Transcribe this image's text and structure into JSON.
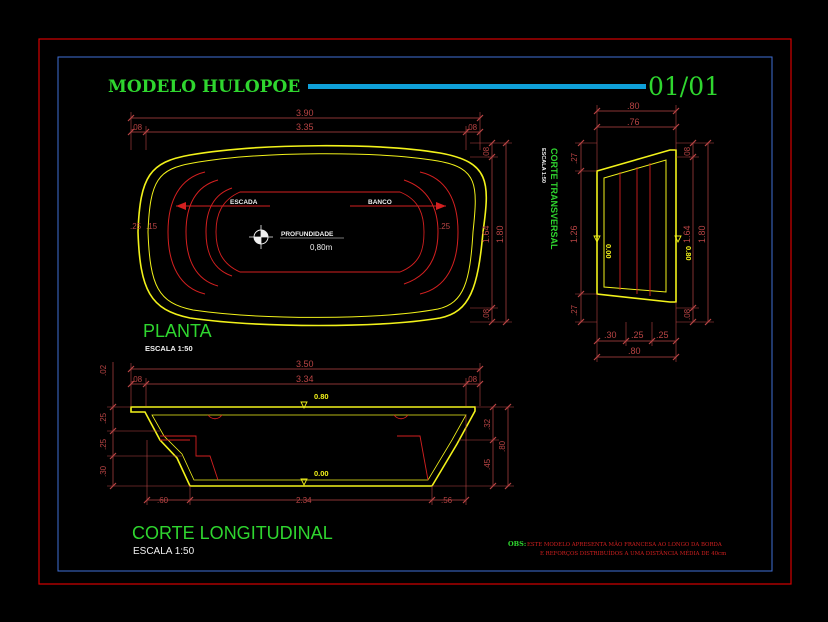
{
  "title": {
    "model": "MODELO HULOPOE",
    "sheet": "01/01"
  },
  "planta": {
    "label": "PLANTA",
    "scale": "ESCALA 1:50",
    "dim_total": "3.90",
    "dim_inner": "3.35",
    "dim_left_edge": ".08",
    "dim_right_edge": ".08",
    "dim_h_top": ".08",
    "dim_h_mid": "1.64",
    "dim_h_bot": ".08",
    "dim_h_total": "1.80",
    "dim_side_a": ".25",
    "dim_side_b": ".15",
    "dim_side_c": ".25",
    "escada": "ESCADA",
    "banco": "BANCO",
    "profundidade": "PROFUNDIDADE",
    "depth_value": "0,80m"
  },
  "transversal": {
    "label": "CORTE TRANSVERSAL",
    "scale": "ESCALA 1:50",
    "dim_top_total": ".80",
    "dim_top_inner": ".76",
    "dim_left_top": ".27",
    "dim_left_mid": "1.26",
    "dim_left_bot": ".27",
    "dim_right_top": ".08",
    "dim_right_mid": "1.64",
    "dim_right_bot": ".08",
    "dim_right_total": "1.80",
    "dim_bot_a": ".30",
    "dim_bot_b": ".25",
    "dim_bot_c": ".25",
    "dim_bot_total": ".80",
    "level_left": "0.00",
    "level_right": "0.80"
  },
  "longitudinal": {
    "label": "CORTE LONGITUDINAL",
    "scale": "ESCALA 1:50",
    "dim_total": "3.50",
    "dim_inner": "3.34",
    "dim_left_edge": ".08",
    "dim_right_edge": ".08",
    "dim_left_top": ".02",
    "dim_left_a": ".25",
    "dim_left_b": ".25",
    "dim_left_c": ".30",
    "dim_right_a": ".32",
    "dim_right_b": ".45",
    "dim_right_total": ".80",
    "dim_bot_a": ".60",
    "dim_bot_b": "2.34",
    "dim_bot_c": ".56",
    "level_top": "0.80",
    "level_bottom": "0.00"
  },
  "note": {
    "label": "OBS:",
    "line1": "ESTE MODELO APRESENTA MÃO FRANCESA AO LONGO DA BORDA",
    "line2": "E REFORÇOS DISTRIBUÍDOS A UMA DISTÂNCIA MÉDIA DE 40cm"
  },
  "colors": {
    "background": "#000000",
    "frame_outer": "#d40000",
    "frame_inner": "#3f6fd6",
    "title_green": "#2fd62f",
    "bar_cyan": "#0fa0d8",
    "outline_yellow": "#f2f21a",
    "detail_red": "#d42020",
    "dim_red": "#b84444",
    "white": "#f0f0f0"
  }
}
